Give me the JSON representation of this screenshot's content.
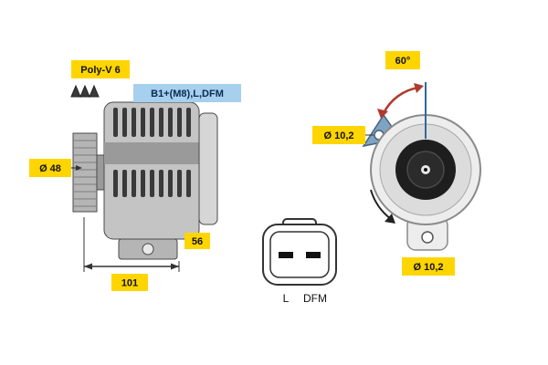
{
  "diagram": {
    "title": "alternator-technical-drawing",
    "side_view": {
      "belt_type": "Poly-V 6",
      "terminals": "B1+(M8),L,DFM",
      "pulley_diameter": "Ø 48",
      "depth_mm": "56",
      "length_mm": "101"
    },
    "front_view": {
      "mount_angle": "60°",
      "hole_top": "Ø 10,2",
      "hole_bottom": "Ø 10,2"
    },
    "connector": {
      "pin_left": "L",
      "pin_right": "DFM"
    },
    "colors": {
      "label_yellow": "#ffd500",
      "label_blue": "#a6d0ee",
      "angle_arc_red": "#b03a2e",
      "datum_line_blue": "#33679b",
      "body_gray": "#c4c4c4",
      "fin_dark": "#3a3a3a"
    }
  }
}
